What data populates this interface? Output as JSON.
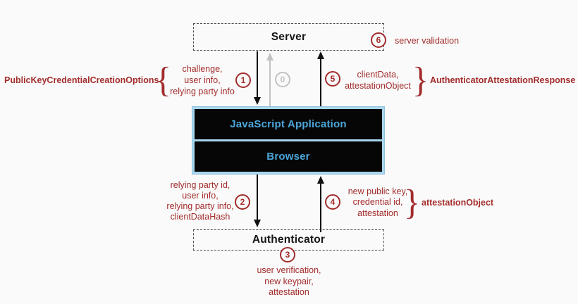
{
  "colors": {
    "accent_red": "#A32C2C",
    "app_border_blue": "#A7D6ED",
    "app_text_blue": "#4BA6D9",
    "muted_gray": "#C2C2C2",
    "background": "#FAFAFA"
  },
  "nodes": {
    "server": "Server",
    "js_application": "JavaScript Application",
    "browser": "Browser",
    "authenticator": "Authenticator"
  },
  "badges": {
    "b0": "0",
    "b1": "1",
    "b2": "2",
    "b3": "3",
    "b4": "4",
    "b5": "5",
    "b6": "6"
  },
  "annotations": {
    "creation_options_label": "PublicKeyCredentialCreationOptions",
    "creation_options_items": "challenge,\nuser info,\nrelying party info",
    "server_validation": "server validation",
    "attestation_response_items": "clientData,\nattestationObject",
    "attestation_response_label": "AuthenticatorAttestationResponse",
    "authenticator_request_items": "relying party id,\nuser info,\nrelying party info,\nclientDataHash",
    "attestation_object_items": "new public key,\ncredential id,\nattestation",
    "attestation_object_label": "attestationObject",
    "authenticator_actions": "user verification,\nnew keypair,\nattestation",
    "brace_open": "{",
    "brace_close": "}"
  }
}
